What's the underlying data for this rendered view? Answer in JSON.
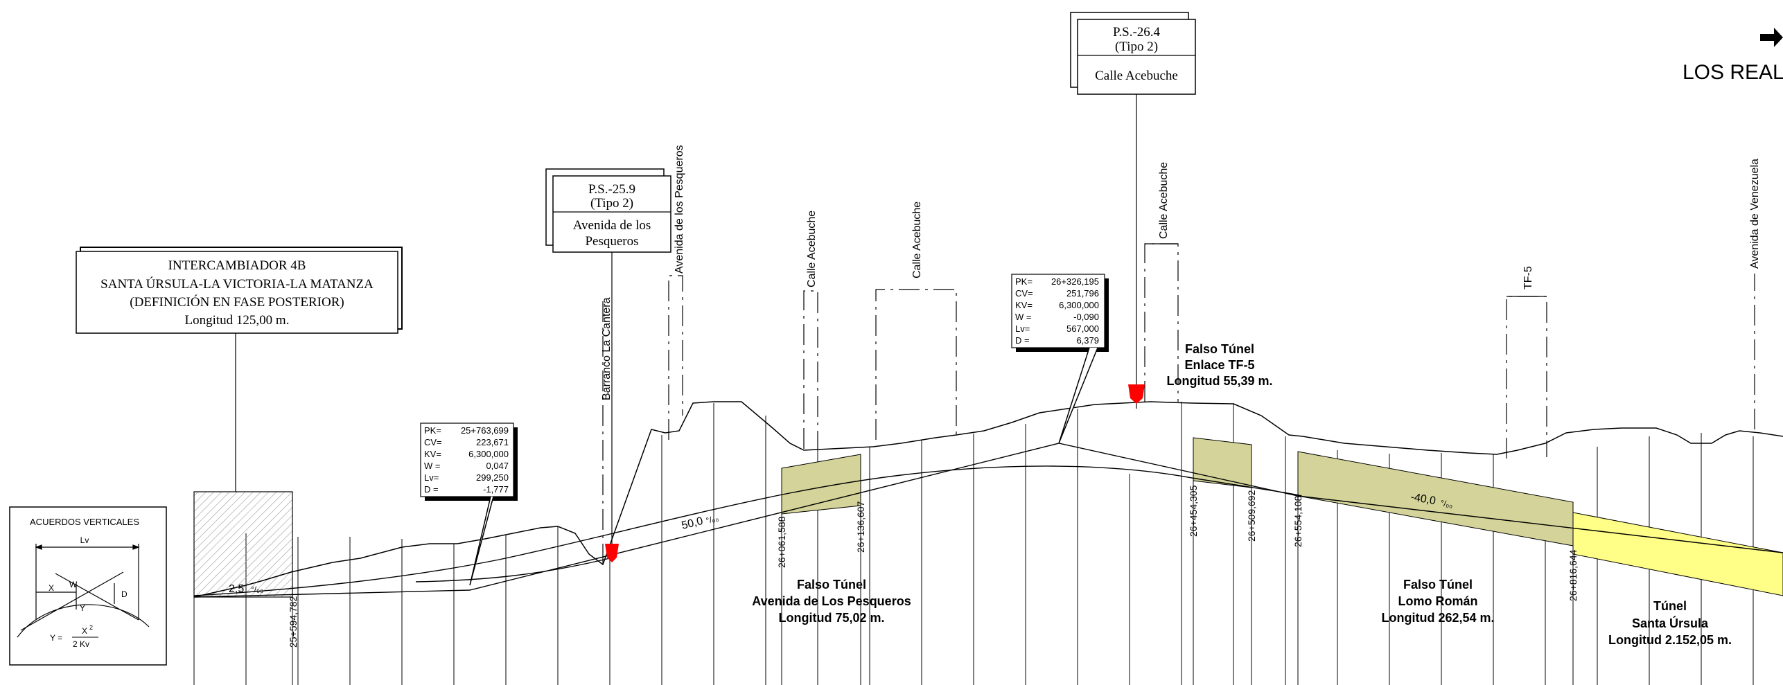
{
  "header": {
    "destination": "LOS REAL"
  },
  "interchange": {
    "line1": "INTERCAMBIADOR 4B",
    "line2": "SANTA ÚRSULA-LA VICTORIA-LA MATANZA",
    "line3": "(DEFINICIÓN EN FASE POSTERIOR)",
    "line4": "Longitud 125,00 m."
  },
  "ps259": {
    "id": "P.S.-25.9",
    "type": "(Tipo 2)",
    "name1": "Avenida de los",
    "name2": "Pesqueros"
  },
  "ps264": {
    "id": "P.S.-26.4",
    "type": "(Tipo 2)",
    "name": "Calle Acebuche"
  },
  "legend": {
    "title": "ACUERDOS VERTICALES",
    "lv": "Lv",
    "x": "X",
    "w": "W",
    "d": "D",
    "y": "Y",
    "formula_lhs": "Y =",
    "formula_num": "X",
    "formula_exp": "2",
    "formula_den": "2  Kv"
  },
  "curve1": {
    "labels": [
      "PK=",
      "CV=",
      "KV=",
      "W =",
      "Lv=",
      "D ="
    ],
    "values": [
      "25+763,699",
      "223,671",
      "6,300,000",
      "0,047",
      "299,250",
      "-1,777"
    ]
  },
  "curve2": {
    "labels": [
      "PK=",
      "CV=",
      "KV=",
      "W =",
      "Lv=",
      "D ="
    ],
    "values": [
      "26+326,195",
      "251,796",
      "6,300,000",
      "-0,090",
      "567,000",
      "6,379"
    ]
  },
  "crossings": {
    "barranco": "Barranco La Cantera",
    "av_pesqueros": "Avenida de los Pesqueros",
    "acebuche1": "Calle Acebuche",
    "acebuche2": "Calle Acebuche",
    "acebuche3": "Calle Acebuche",
    "tf5": "TF-5",
    "av_venezuela": "Avenida de Venezuela"
  },
  "slopes": {
    "s1_value": "2,5",
    "s1_unit": "°/₀₀",
    "s2_value": "50,0",
    "s2_unit": "°/₀₀",
    "s3_value": "-40,0",
    "s3_unit": "°/₀₀"
  },
  "stations": {
    "st1": "25+594,782",
    "st2": "26+061,588",
    "st3": "26+136,607",
    "st4": "26+454,305",
    "st5": "26+509,692",
    "st6": "26+554,108",
    "st7": "26+816,644"
  },
  "tunnels": {
    "pesq": {
      "l1": "Falso Túnel",
      "l2": "Avenida de Los Pesqueros",
      "l3": "Longitud 75,02 m."
    },
    "tf5": {
      "l1": "Falso Túnel",
      "l2": "Enlace TF-5",
      "l3": "Longitud 55,39 m."
    },
    "lomo": {
      "l1": "Falso Túnel",
      "l2": "Lomo Román",
      "l3": "Longitud 262,54 m."
    },
    "ursula": {
      "l1": "Túnel",
      "l2": "Santa Úrsula",
      "l3": "Longitud 2.152,05 m."
    }
  },
  "colors": {
    "line": "#000000",
    "false_tunnel_fill": "#d4d49a",
    "tunnel_fill": "#ffff88",
    "marker": "#ff0000",
    "hatch": "#9a9a9a"
  }
}
